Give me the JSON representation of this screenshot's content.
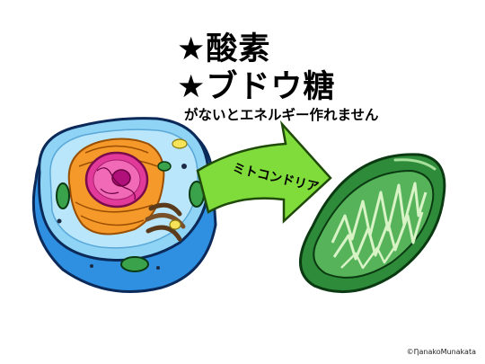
{
  "text": {
    "line1": "★酸素",
    "line2": "★ブドウ糖",
    "line3": "がないとエネルギー作れません",
    "arrow_label": "ミトコンドリア",
    "credit": "©ȠanakoMunakata"
  },
  "colors": {
    "cell_blue": "#2f8fe0",
    "cell_light": "#8fd3f5",
    "golgi_orange": "#f59a2a",
    "nucleus_magenta": "#e23a9a",
    "arrow_green": "#7fdc3a",
    "mito_green": "#2e8b3a"
  }
}
